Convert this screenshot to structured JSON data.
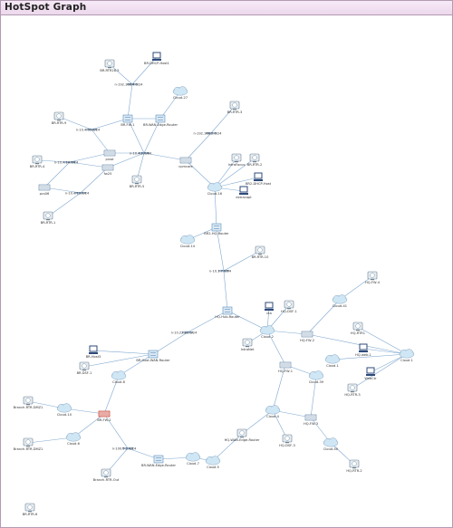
{
  "window": {
    "title": "HotSpot Graph"
  },
  "colors": {
    "link": "#7fa8d0",
    "cloud": "#cfe6f5",
    "router": "#5c8fbf",
    "hotspot": "#c0392b",
    "pc": "#2e4a7a"
  },
  "nodes": [
    {
      "id": "brtr28",
      "label": "BR-RTR28-5",
      "kind": "monitor"
    },
    {
      "id": "brdhost",
      "label": "BR-DHCP-Host1",
      "kind": "pc"
    },
    {
      "id": "n19216840",
      "label": "n-192.168.4.0/24",
      "kind": "net"
    },
    {
      "id": "cloud27",
      "label": "Cloud-27",
      "kind": "cloud"
    },
    {
      "id": "brtr9",
      "label": "BR-RTR-9",
      "kind": "monitor"
    },
    {
      "id": "brfw1",
      "label": "BR-FW-1",
      "kind": "router"
    },
    {
      "id": "brwan",
      "label": "BR-WAN-Edge-Router",
      "kind": "router"
    },
    {
      "id": "brrtr3",
      "label": "BR-RTR-3",
      "kind": "monitor"
    },
    {
      "id": "n1914330",
      "label": "n-10.4.33.0/24",
      "kind": "net"
    },
    {
      "id": "n1921683",
      "label": "n-192.168.2.0/24",
      "kind": "net"
    },
    {
      "id": "n1042",
      "label": "n-10.4.2.0/24",
      "kind": "net"
    },
    {
      "id": "pivot",
      "label": "pivot",
      "kind": "switch"
    },
    {
      "id": "brtr4",
      "label": "BR-RTR-4",
      "kind": "monitor"
    },
    {
      "id": "n1041440",
      "label": "n-10.4.14.0/24",
      "kind": "net"
    },
    {
      "id": "fw25",
      "label": "fw25",
      "kind": "switch"
    },
    {
      "id": "cpmcare",
      "label": "cpmcare",
      "kind": "switch"
    },
    {
      "id": "intrafocus",
      "label": "IntraFocus",
      "kind": "monitor"
    },
    {
      "id": "brrtr2",
      "label": "BR-RTR-2",
      "kind": "monitor"
    },
    {
      "id": "brdhost2",
      "label": "BR2-DHCP-Host",
      "kind": "pc"
    },
    {
      "id": "pcs06",
      "label": "pcs06",
      "kind": "switch"
    },
    {
      "id": "n104130",
      "label": "n-10.4.13.0/24",
      "kind": "net"
    },
    {
      "id": "brtr1",
      "label": "BR-RTR-1",
      "kind": "monitor"
    },
    {
      "id": "cloud16",
      "label": "Cloud-16",
      "kind": "cloud"
    },
    {
      "id": "extracapt",
      "label": "extracapt",
      "kind": "pc"
    },
    {
      "id": "brrtr5",
      "label": "BR-RTR-5",
      "kind": "monitor"
    },
    {
      "id": "brhq",
      "label": "BR2-HQ-Router",
      "kind": "router"
    },
    {
      "id": "cloud14",
      "label": "Cloud-14",
      "kind": "cloud"
    },
    {
      "id": "brrtr10",
      "label": "BR-RTR-10",
      "kind": "monitor"
    },
    {
      "id": "n10170",
      "label": "n-10.1.7.0/24",
      "kind": "net"
    },
    {
      "id": "hqfw4",
      "label": "HQ-FW-4",
      "kind": "monitor"
    },
    {
      "id": "cloud41",
      "label": "Cloud-41",
      "kind": "cloud"
    },
    {
      "id": "hqhub",
      "label": "HQ-Hub-Router",
      "kind": "router"
    },
    {
      "id": "cta",
      "label": "cta",
      "kind": "pc"
    },
    {
      "id": "hqdsf1",
      "label": "HQ-DSF-1",
      "kind": "monitor"
    },
    {
      "id": "hqrtr1",
      "label": "HQ-RTR1",
      "kind": "monitor"
    },
    {
      "id": "n102222",
      "label": "n-10.22.22.0/24",
      "kind": "net"
    },
    {
      "id": "cloud1",
      "label": "Cloud-1",
      "kind": "cloud"
    },
    {
      "id": "hqfw2",
      "label": "HQ-FW-2",
      "kind": "switch"
    },
    {
      "id": "hqweb1",
      "label": "HQ-web-1",
      "kind": "pc"
    },
    {
      "id": "intranet",
      "label": "IntraNet",
      "kind": "monitor"
    },
    {
      "id": "brhost3",
      "label": "BR-Host3",
      "kind": "pc"
    },
    {
      "id": "brwan2",
      "label": "BR-Host-WAN-Router",
      "kind": "router"
    },
    {
      "id": "cloud2",
      "label": "Cloud-2",
      "kind": "cloud"
    },
    {
      "id": "cloud1b",
      "label": "Cloud-1",
      "kind": "cloud"
    },
    {
      "id": "brdsf1",
      "label": "BR-DSF-1",
      "kind": "monitor"
    },
    {
      "id": "hqfw1",
      "label": "HQ-FW-1",
      "kind": "switch"
    },
    {
      "id": "webctr",
      "label": "WebCtr",
      "kind": "pc"
    },
    {
      "id": "cloud8",
      "label": "Cloud-8",
      "kind": "cloud"
    },
    {
      "id": "cloud39",
      "label": "Cloud-39",
      "kind": "cloud"
    },
    {
      "id": "hqrtr3",
      "label": "HQ-RTR-3",
      "kind": "monitor"
    },
    {
      "id": "branchdmz1",
      "label": "Branch-RTR-DMZ1",
      "kind": "monitor"
    },
    {
      "id": "cloud10",
      "label": "Cloud-10",
      "kind": "cloud"
    },
    {
      "id": "brfw2",
      "label": "BR-FW-2",
      "kind": "hotspot"
    },
    {
      "id": "cloud4",
      "label": "Cloud-4",
      "kind": "cloud"
    },
    {
      "id": "hqfw3",
      "label": "HQ-FW-3",
      "kind": "switch"
    },
    {
      "id": "hqwan",
      "label": "HQ-WAN-Edge-Router",
      "kind": "monitor"
    },
    {
      "id": "branchdmz2",
      "label": "Branch-RTR-DMZ1",
      "kind": "monitor"
    },
    {
      "id": "cloud6",
      "label": "Cloud-6",
      "kind": "cloud"
    },
    {
      "id": "hqdsf3",
      "label": "HQ-DSF-3",
      "kind": "monitor"
    },
    {
      "id": "n10051",
      "label": "n-100.5.1.0/24",
      "kind": "net"
    },
    {
      "id": "brwan3",
      "label": "BR-WAN-Edge-Router",
      "kind": "router"
    },
    {
      "id": "cloud7",
      "label": "Cloud-7",
      "kind": "cloud"
    },
    {
      "id": "cloud5",
      "label": "Cloud-5",
      "kind": "cloud"
    },
    {
      "id": "cloud40",
      "label": "Cloud-40",
      "kind": "cloud"
    },
    {
      "id": "branchout",
      "label": "Branch-RTR-Out",
      "kind": "monitor"
    },
    {
      "id": "hqrtr2",
      "label": "HQ-RTR-2",
      "kind": "monitor"
    },
    {
      "id": "brrtr6",
      "label": "BR-RTR-6",
      "kind": "monitor"
    }
  ],
  "edges": [
    [
      "brtr28",
      "n19216840"
    ],
    [
      "brdhost",
      "n19216840"
    ],
    [
      "n19216840",
      "brfw1"
    ],
    [
      "brfw1",
      "brwan"
    ],
    [
      "cloud27",
      "brwan"
    ],
    [
      "brtr9",
      "n1914330"
    ],
    [
      "n1914330",
      "brfw1"
    ],
    [
      "brfw1",
      "n1042"
    ],
    [
      "brwan",
      "n1042"
    ],
    [
      "n1914330",
      "pivot"
    ],
    [
      "pivot",
      "n1042"
    ],
    [
      "brtr4",
      "n1041440"
    ],
    [
      "n1041440",
      "pivot"
    ],
    [
      "n1041440",
      "fw25"
    ],
    [
      "fw25",
      "n1042"
    ],
    [
      "n1042",
      "brrtr5"
    ],
    [
      "n1042",
      "cpmcare"
    ],
    [
      "brrtr3",
      "n1921683"
    ],
    [
      "n1921683",
      "cpmcare"
    ],
    [
      "cpmcare",
      "cloud16"
    ],
    [
      "intrafocus",
      "cloud16"
    ],
    [
      "brrtr2",
      "cloud16"
    ],
    [
      "brdhost2",
      "cloud16"
    ],
    [
      "extracapt",
      "cloud16"
    ],
    [
      "n1041440",
      "pcs06"
    ],
    [
      "pcs06",
      "n104130"
    ],
    [
      "fw25",
      "n104130"
    ],
    [
      "n104130",
      "brtr1"
    ],
    [
      "cloud16",
      "brhq"
    ],
    [
      "brhq",
      "cloud14"
    ],
    [
      "brhq",
      "n10170"
    ],
    [
      "brrtr10",
      "n10170"
    ],
    [
      "n10170",
      "hqhub"
    ],
    [
      "hqhub",
      "n102222"
    ],
    [
      "hqhub",
      "cloud2"
    ],
    [
      "n102222",
      "brwan2"
    ],
    [
      "brhost3",
      "brwan2"
    ],
    [
      "brwan2",
      "brdsf1"
    ],
    [
      "brwan2",
      "cloud8"
    ],
    [
      "cta",
      "cloud2"
    ],
    [
      "hqdsf1",
      "cloud2"
    ],
    [
      "intranet",
      "cloud2"
    ],
    [
      "cloud2",
      "hqfw2"
    ],
    [
      "cloud2",
      "hqfw1"
    ],
    [
      "hqfw2",
      "cloud41"
    ],
    [
      "cloud41",
      "hqfw4"
    ],
    [
      "hqfw2",
      "cloud1"
    ],
    [
      "hqrtr1",
      "cloud1"
    ],
    [
      "hqweb1",
      "cloud1"
    ],
    [
      "cloud1",
      "webctr"
    ],
    [
      "cloud1",
      "cloud1b"
    ],
    [
      "cloud1",
      "hqrtr3"
    ],
    [
      "hqfw1",
      "cloud39"
    ],
    [
      "hqfw1",
      "cloud4"
    ],
    [
      "cloud39",
      "hqfw3"
    ],
    [
      "hqfw3",
      "cloud4"
    ],
    [
      "hqfw3",
      "cloud40"
    ],
    [
      "cloud40",
      "hqrtr2"
    ],
    [
      "cloud4",
      "hqdsf3"
    ],
    [
      "cloud4",
      "hqwan"
    ],
    [
      "hqwan",
      "cloud5"
    ],
    [
      "cloud8",
      "brfw2"
    ],
    [
      "branchdmz1",
      "cloud10"
    ],
    [
      "cloud10",
      "brfw2"
    ],
    [
      "brfw2",
      "cloud6"
    ],
    [
      "branchdmz2",
      "cloud6"
    ],
    [
      "brfw2",
      "n10051"
    ],
    [
      "n10051",
      "branchout"
    ],
    [
      "n10051",
      "brwan3"
    ],
    [
      "brwan3",
      "cloud7"
    ],
    [
      "cloud7",
      "cloud5"
    ]
  ]
}
